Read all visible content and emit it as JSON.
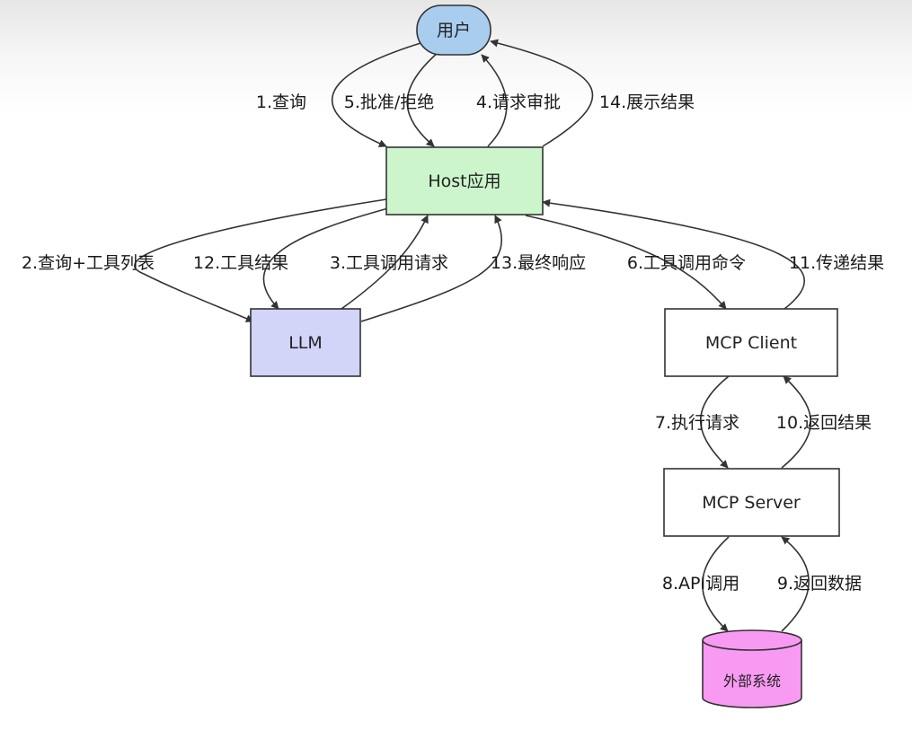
{
  "nodes": {
    "user": {
      "label": "用户",
      "fill": "#a8cdef",
      "stroke": "#333333"
    },
    "host": {
      "label": "Host应用",
      "fill": "#ccf5cc",
      "stroke": "#333333"
    },
    "llm": {
      "label": "LLM",
      "fill": "#d2d4f8",
      "stroke": "#333333"
    },
    "mcp_client": {
      "label": "MCP Client",
      "fill": "#ffffff",
      "stroke": "#333333"
    },
    "mcp_server": {
      "label": "MCP Server",
      "fill": "#ffffff",
      "stroke": "#333333"
    },
    "external": {
      "label": "外部系统",
      "fill": "#f99af2",
      "stroke": "#333333"
    }
  },
  "edges": {
    "e1": "1.查询",
    "e2": "2.查询+工具列表",
    "e3": "3.工具调用请求",
    "e4": "4.请求审批",
    "e5": "5.批准/拒绝",
    "e6": "6.工具调用命令",
    "e7": "7.执行请求",
    "e8": "8.API调用",
    "e9": "9.返回数据",
    "e10": "10.返回结果",
    "e11": "11.传递结果",
    "e12": "12.工具结果",
    "e13": "13.最终响应",
    "e14": "14.展示结果"
  }
}
